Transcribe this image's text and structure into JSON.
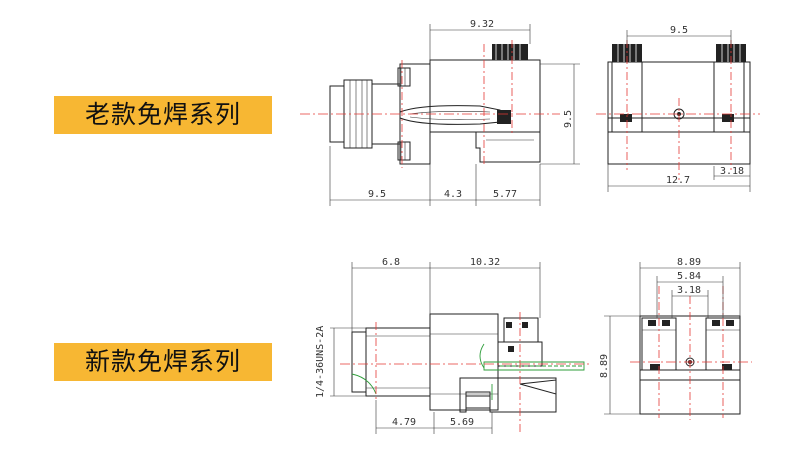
{
  "labels": {
    "old_series": "老款免焊系列",
    "new_series": "新款免焊系列"
  },
  "dims_old": {
    "top_width": "9.32",
    "left_len": "9.5",
    "mid_len": "4.3",
    "right_len": "5.77",
    "height": "9.5",
    "side_top": "9.5",
    "side_width": "12.7",
    "side_small": "3.18"
  },
  "dims_new": {
    "left_top": "6.8",
    "right_top": "10.32",
    "thread": "1/4-36UNS-2A",
    "bottom_left": "4.79",
    "bottom_right": "5.69",
    "side_outer": "8.89",
    "side_mid": "5.84",
    "side_inner": "3.18",
    "side_height": "8.89"
  },
  "colors": {
    "label_bg": "#f7b733",
    "center_line": "#e53935",
    "highlight": "#2e9d3a"
  }
}
